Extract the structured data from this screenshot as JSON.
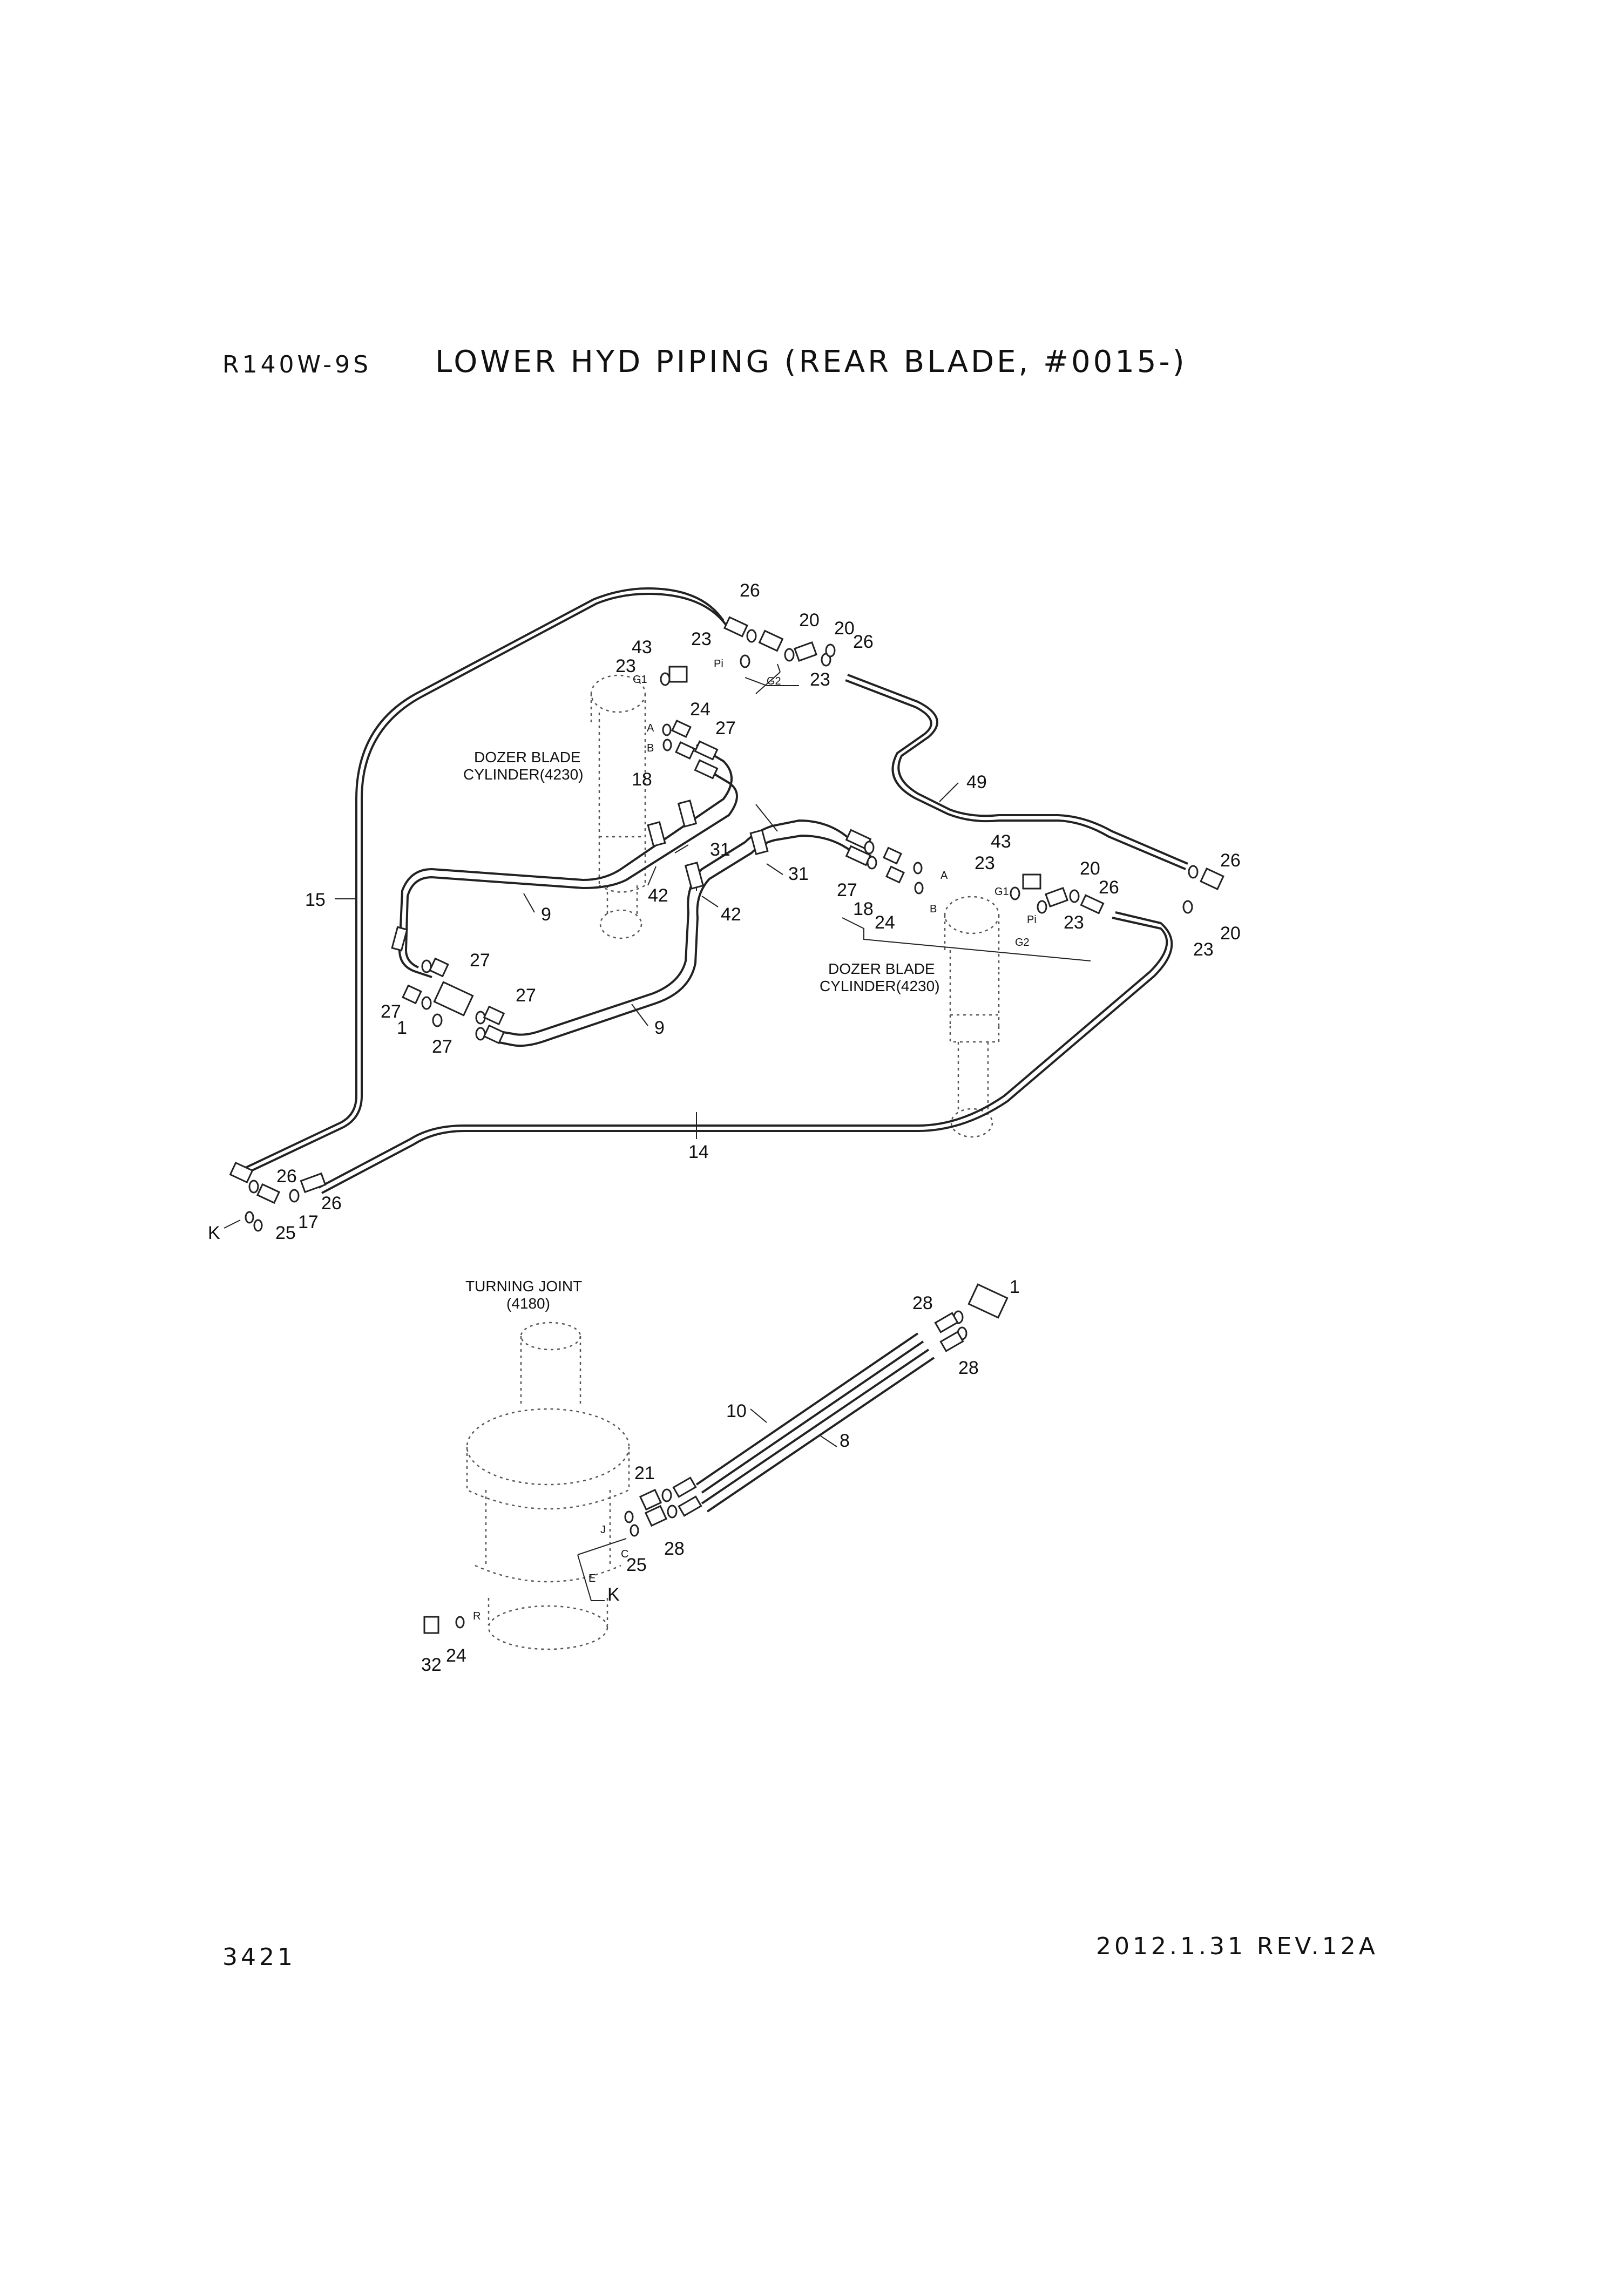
{
  "header": {
    "model": "R140W-9S",
    "title": "LOWER HYD PIPING (REAR BLADE, #0015-)"
  },
  "footer": {
    "page_number": "3421",
    "revision": "2012.1.31  REV.12A"
  },
  "components": {
    "cylinder_left": [
      "DOZER BLADE",
      "CYLINDER(4230)"
    ],
    "cylinder_right": [
      "DOZER BLADE",
      "CYLINDER(4230)"
    ],
    "turning_joint": [
      "TURNING JOINT",
      "(4180)"
    ]
  },
  "ports": {
    "G1": "G1",
    "Pi": "Pi",
    "G2": "G2",
    "A": "A",
    "B": "B",
    "J": "J",
    "C": "C",
    "E": "E",
    "R": "R"
  },
  "callouts": {
    "n1": "1",
    "n8": "8",
    "n9": "9",
    "n10": "10",
    "n14": "14",
    "n15": "15",
    "n17": "17",
    "n18": "18",
    "n20": "20",
    "n21": "21",
    "n23": "23",
    "n24": "24",
    "n25": "25",
    "n26": "26",
    "n27": "27",
    "n28": "28",
    "n31": "31",
    "n32": "32",
    "n42": "42",
    "n43": "43",
    "n49": "49",
    "K": "K"
  }
}
